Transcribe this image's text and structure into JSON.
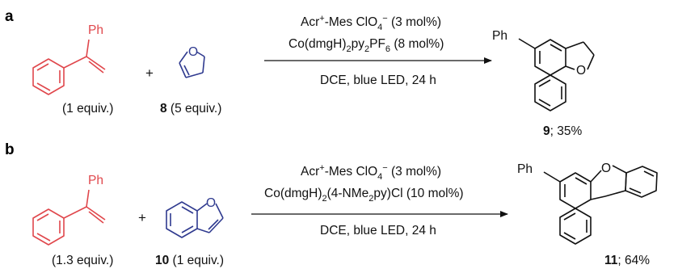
{
  "panels": {
    "a": {
      "label": "a",
      "reactant1": {
        "substituent": "Ph",
        "equiv": "(1 equiv.)"
      },
      "plus": "+",
      "reactant2": {
        "number": "8",
        "equiv": " (5 equiv.)",
        "atom": "O"
      },
      "conditions": {
        "catalyst_main": "Acr",
        "catalyst_sup": "+",
        "catalyst_rest": "-Mes ClO",
        "catalyst_sub": "4",
        "catalyst_sup2": "−",
        "catalyst_load": " (3 mol%)",
        "cobalt_main": "Co(dmgH)",
        "cobalt_sub1": "2",
        "cobalt_mid": "py",
        "cobalt_sub2": "2",
        "cobalt_mid2": "PF",
        "cobalt_sub3": "6",
        "cobalt_load": " (8 mol%)",
        "below": "DCE, blue LED, 24 h"
      },
      "product": {
        "substituent": "Ph",
        "atom": "O",
        "number": "9",
        "yield": "; 35%"
      }
    },
    "b": {
      "label": "b",
      "reactant1": {
        "substituent": "Ph",
        "equiv": "(1.3 equiv.)"
      },
      "plus": "+",
      "reactant2": {
        "number": "10",
        "equiv": " (1 equiv.)",
        "atom": "O"
      },
      "conditions": {
        "catalyst_main": "Acr",
        "catalyst_sup": "+",
        "catalyst_rest": "-Mes ClO",
        "catalyst_sub": "4",
        "catalyst_sup2": "−",
        "catalyst_load": " (3 mol%)",
        "cobalt_main": "Co(dmgH)",
        "cobalt_sub1": "2",
        "cobalt_rest": "(4-NMe",
        "cobalt_sub2": "2",
        "cobalt_end": "py)Cl (10 mol%)",
        "below": "DCE, blue LED, 24 h"
      },
      "product": {
        "substituent": "Ph",
        "atom": "O",
        "number": "11",
        "yield": "; 64%"
      }
    }
  },
  "colors": {
    "reactant1": "#e0474c",
    "reactant2": "#2f3a8f",
    "product": "#111111"
  }
}
